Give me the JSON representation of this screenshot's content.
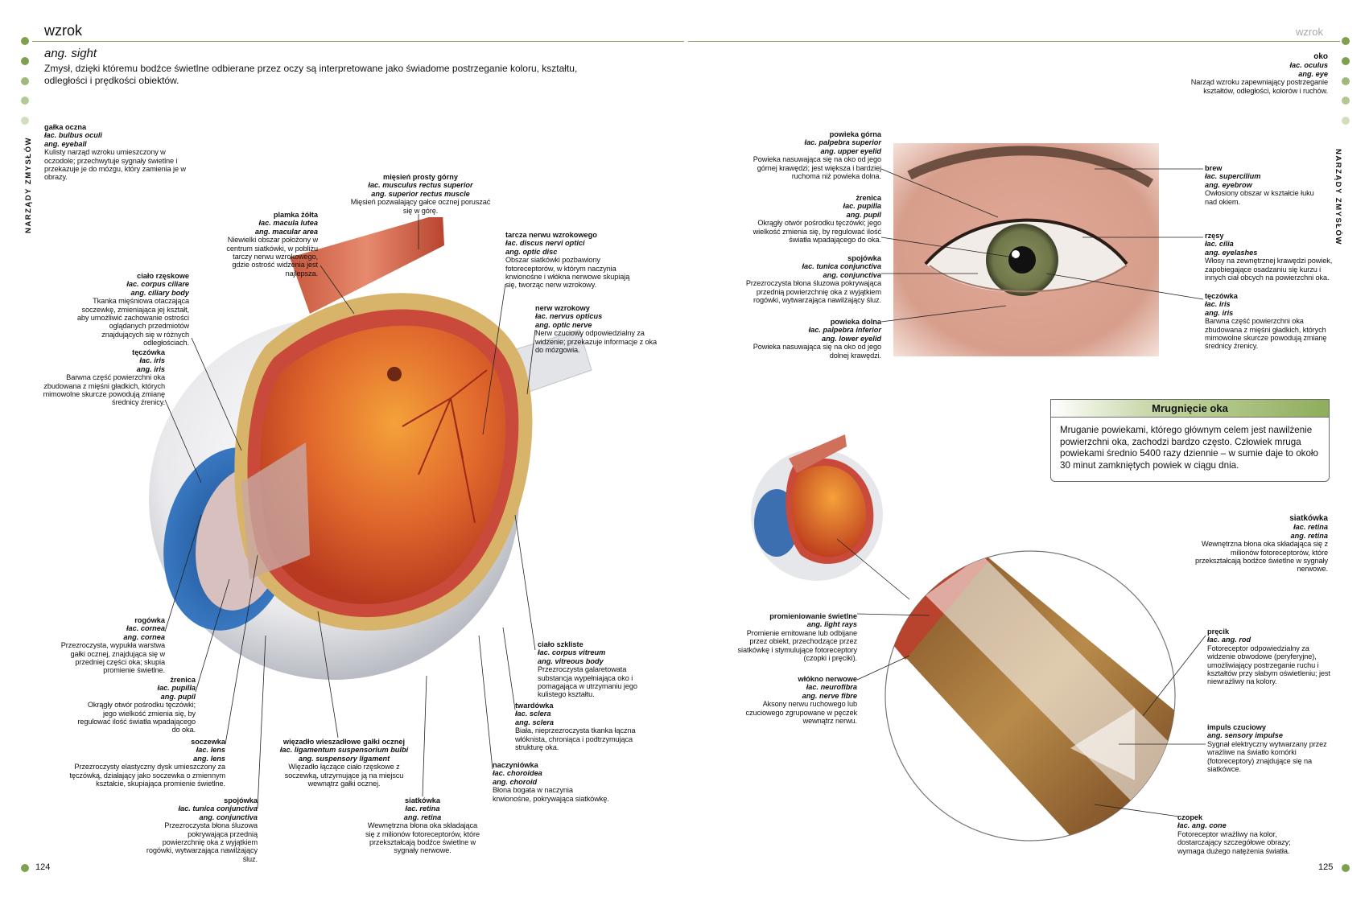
{
  "colors": {
    "accent": "#7fa04e",
    "dot_dark": "#7fa04e",
    "dot_light": "#c5d6a9",
    "box_header": "#a9c07f"
  },
  "left_page": {
    "running_title": "wzrok",
    "subtitle": "ang. sight",
    "intro": "Zmysł, dzięki któremu bodźce świetlne odbierane przez oczy są interpretowane jako świadome postrzeganie koloru, kształtu, odległości i prędkości obiektów.",
    "side_tab": "NARZĄDY ZMYSŁÓW",
    "page_number": "124",
    "eyeball": {
      "term": "gałka oczna",
      "latin": "łac. bulbus oculi",
      "english": "ang. eyeball",
      "desc": "Kulisty narząd wzroku umieszczony w oczodole; przechwytuje sygnały świetlne i przekazuje je do mózgu, który zamienia je w obrazy."
    },
    "labels": [
      {
        "term": "mięsień prosty górny",
        "latin": "łac. musculus rectus superior",
        "english": "ang. superior rectus muscle",
        "desc": "Mięsień pozwalający gałce ocznej poruszać się w górę."
      },
      {
        "term": "plamka żółta",
        "latin": "łac. macula lutea",
        "english": "ang. macular area",
        "desc": "Niewielki obszar położony w centrum siatkówki, w pobliżu tarczy nerwu wzrokowego, gdzie ostrość widzenia jest najlepsza."
      },
      {
        "term": "ciało rzęskowe",
        "latin": "łac. corpus ciliare",
        "english": "ang. ciliary body",
        "desc": "Tkanka mięśniowa otaczająca soczewkę, zmieniająca jej kształt, aby umożliwić zachowanie ostrości oglądanych przedmiotów znajdujących się w różnych odległościach."
      },
      {
        "term": "tęczówka",
        "latin": "łac. iris",
        "english": "ang. iris",
        "desc": "Barwna część powierzchni oka zbudowana z mięśni gładkich, których mimowolne skurcze powodują zmianę średnicy źrenicy."
      },
      {
        "term": "tarcza nerwu wzrokowego",
        "latin": "łac. discus nervi optici",
        "english": "ang. optic disc",
        "desc": "Obszar siatkówki pozbawiony fotoreceptorów, w którym naczynia krwionośne i włókna nerwowe skupiają się, tworząc nerw wzrokowy."
      },
      {
        "term": "nerw wzrokowy",
        "latin": "łac. nervus opticus",
        "english": "ang. optic nerve",
        "desc": "Nerw czuciowy odpowiedzialny za widzenie; przekazuje informacje z oka do mózgowia."
      },
      {
        "term": "rogówka",
        "latin": "łac. cornea",
        "english": "ang. cornea",
        "desc": "Przezroczysta, wypukła warstwa gałki ocznej, znajdująca się w przedniej części oka; skupia promienie świetlne."
      },
      {
        "term": "źrenica",
        "latin": "łac. pupilla",
        "english": "ang. pupil",
        "desc": "Okrągły otwór pośrodku tęczówki; jego wielkość zmienia się, by regulować ilość światła wpadającego do oka."
      },
      {
        "term": "ciało szkliste",
        "latin": "łac. corpus vitreum",
        "english": "ang. vitreous body",
        "desc": "Przezroczysta galaretowata substancja wypełniająca oko i pomagająca w utrzymaniu jego kulistego kształtu."
      },
      {
        "term": "twardówka",
        "latin": "łac. sclera",
        "english": "ang. sclera",
        "desc": "Biała, nieprzezroczysta tkanka łączna włóknista, chroniąca i podtrzymująca strukturę oka."
      },
      {
        "term": "soczewka",
        "latin": "łac. lens",
        "english": "ang. lens",
        "desc": "Przezroczysty elastyczny dysk umieszczony za tęczówką, działający jako soczewka o zmiennym kształcie, skupiająca promienie świetlne."
      },
      {
        "term": "więzadło wieszadłowe gałki ocznej",
        "latin": "łac. ligamentum suspensorium bulbi",
        "english": "ang. suspensory ligament",
        "desc": "Więzadło łączące ciało rzęskowe z soczewką, utrzymujące ją na miejscu wewnątrz gałki ocznej."
      },
      {
        "term": "naczyniówka",
        "latin": "łac. choroidea",
        "english": "ang. choroid",
        "desc": "Błona bogata w naczynia krwionośne, pokrywająca siatkówkę."
      },
      {
        "term": "spojówka",
        "latin": "łac. tunica conjunctiva",
        "english": "ang. conjunctiva",
        "desc": "Przezroczysta błona śluzowa pokrywająca przednią powierzchnię oka z wyjątkiem rogówki, wytwarzająca nawilżający śluz."
      },
      {
        "term": "siatkówka",
        "latin": "łac. retina",
        "english": "ang. retina",
        "desc": "Wewnętrzna błona oka składająca się z milionów fotoreceptorów, które przekształcają bodźce świetlne w sygnały nerwowe."
      }
    ]
  },
  "right_page": {
    "running_title": "wzrok",
    "side_tab": "NARZĄDY ZMYSŁÓW",
    "page_number": "125",
    "eye": {
      "term": "oko",
      "latin": "łac. oculus",
      "english": "ang. eye",
      "desc": "Narząd wzroku zapewniający postrzeganie kształtów, odległości, kolorów i ruchów."
    },
    "labels": [
      {
        "term": "powieka górna",
        "latin": "łac. palpebra superior",
        "english": "ang. upper eyelid",
        "desc": "Powieka nasuwająca się na oko od jego górnej krawędzi; jest większa i bardziej ruchoma niż powieka dolna."
      },
      {
        "term": "źrenica",
        "latin": "łac. pupilla",
        "english": "ang. pupil",
        "desc": "Okrągły otwór pośrodku tęczówki; jego wielkość zmienia się, by regulować ilość światła wpadającego do oka."
      },
      {
        "term": "spojówka",
        "latin": "łac. tunica conjunctiva",
        "english": "ang. conjunctiva",
        "desc": "Przezroczysta błona śluzowa pokrywająca przednią powierzchnię oka z wyjątkiem rogówki, wytwarzająca nawilżający śluz."
      },
      {
        "term": "powieka dolna",
        "latin": "łac. palpebra inferior",
        "english": "ang. lower eyelid",
        "desc": "Powieka nasuwająca się na oko od jego dolnej krawędzi."
      },
      {
        "term": "brew",
        "latin": "łac. supercilium",
        "english": "ang. eyebrow",
        "desc": "Owłosiony obszar w kształcie łuku nad okiem."
      },
      {
        "term": "rzęsy",
        "latin": "łac. cilia",
        "english": "ang. eyelashes",
        "desc": "Włosy na zewnętrznej krawędzi powiek, zapobiegające osadzaniu się kurzu i innych ciał obcych na powierzchni oka."
      },
      {
        "term": "tęczówka",
        "latin": "łac. iris",
        "english": "ang. iris",
        "desc": "Barwna część powierzchni oka zbudowana z mięśni gładkich, których mimowolne skurcze powodują zmianę średnicy źrenicy."
      },
      {
        "term": "siatkówka",
        "latin": "łac. retina",
        "english": "ang. retina",
        "desc": "Wewnętrzna błona oka składająca się z milionów fotoreceptorów, które przekształcają bodźce świetlne w sygnały nerwowe."
      },
      {
        "term": "promieniowanie świetlne",
        "latin": "",
        "english": "ang. light rays",
        "desc": "Promienie emitowane lub odbijane przez obiekt, przechodzące przez siatkówkę i stymulujące fotoreceptory (czopki i pręciki)."
      },
      {
        "term": "włókno nerwowe",
        "latin": "łac. neurofibra",
        "english": "ang. nerve fibre",
        "desc": "Aksony nerwu ruchowego lub czuciowego zgrupowane w pęczek wewnątrz nerwu."
      },
      {
        "term": "pręcik",
        "latin": "łac. ang. rod",
        "english": "",
        "desc": "Fotoreceptor odpowiedzialny za widzenie obwodowe (peryferyjne), umożliwiający postrzeganie ruchu i kształtów przy słabym oświetleniu; jest niewrażliwy na kolory."
      },
      {
        "term": "impuls czuciowy",
        "latin": "",
        "english": "ang. sensory impulse",
        "desc": "Sygnał elektryczny wytwarzany przez wrażliwe na światło komórki (fotoreceptory) znajdujące się na siatkówce."
      },
      {
        "term": "czopek",
        "latin": "łac. ang. cone",
        "english": "",
        "desc": "Fotoreceptor wrażliwy na kolor, dostarczający szczegółowe obrazy; wymaga dużego natężenia światła."
      }
    ],
    "box": {
      "title": "Mrugnięcie oka",
      "text": "Mruganie powiekami, którego głównym celem jest nawilżenie powierzchni oka, zachodzi bardzo często. Człowiek mruga powiekami średnio 5400 razy dziennie – w sumie daje to około 30 minut zamkniętych powiek w ciągu dnia."
    }
  }
}
